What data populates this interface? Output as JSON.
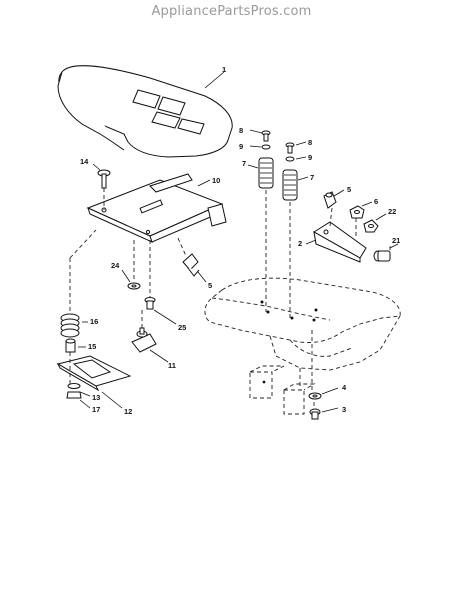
{
  "header": {
    "site_title": "AppliancePartsPros.com"
  },
  "callouts": {
    "seat": "1",
    "bracket": "2",
    "bolt_3": "3",
    "washer_4": "4",
    "clip_5_top": "5",
    "clip_5_left": "5",
    "nut_6": "6",
    "spring_7_left": "7",
    "spring_7_right": "7",
    "bolt_8_left": "8",
    "bolt_8_right": "8",
    "washer_9_left": "9",
    "washer_9_right": "9",
    "seat_pan": "10",
    "hinge_11": "11",
    "plate_12": "12",
    "washer_13": "13",
    "carriage_bolt_14": "14",
    "bushing_15": "15",
    "spring_16": "16",
    "nut_17": "17",
    "knob_21": "21",
    "nut_22": "22",
    "washer_24": "24",
    "bolt_25": "25"
  }
}
